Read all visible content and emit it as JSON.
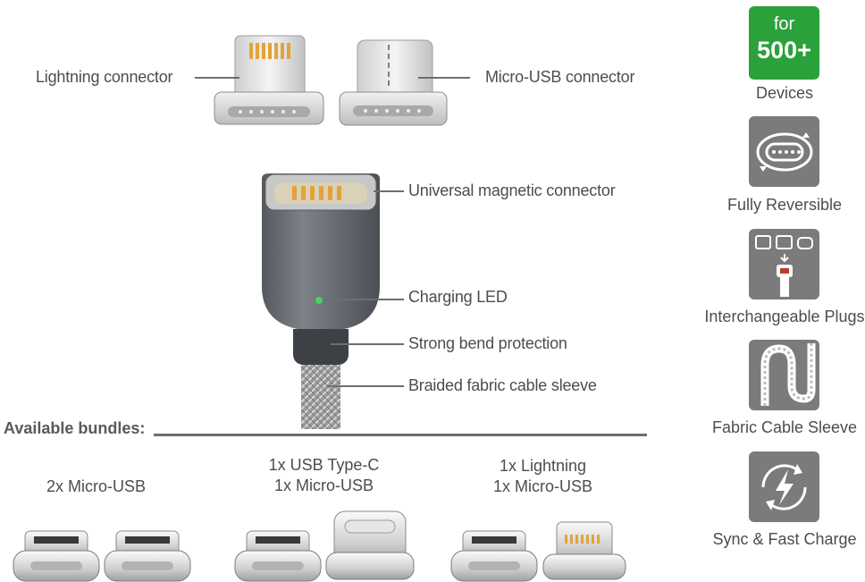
{
  "callouts": {
    "lightning": "Lightning connector",
    "micro_usb": "Micro-USB connector",
    "universal": "Universal magnetic connector",
    "led": "Charging LED",
    "bend": "Strong bend protection",
    "braided": "Braided fabric cable sleeve"
  },
  "bundles": {
    "heading": "Available bundles:",
    "items": [
      {
        "line1": "2x Micro-USB",
        "line2": ""
      },
      {
        "line1": "1x USB Type-C",
        "line2": "1x Micro-USB"
      },
      {
        "line1": "1x Lightning",
        "line2": "1x Micro-USB"
      }
    ]
  },
  "sidebar": {
    "badge": {
      "top": "for",
      "big": "500+"
    },
    "items": [
      {
        "caption": "Devices",
        "icon": "devices-badge"
      },
      {
        "caption": "Fully Reversible",
        "icon": "reversible-icon"
      },
      {
        "caption": "Interchangeable Plugs",
        "icon": "plugs-icon"
      },
      {
        "caption": "Fabric Cable Sleeve",
        "icon": "fabric-icon"
      },
      {
        "caption": "Sync & Fast Charge",
        "icon": "fast-charge-icon"
      }
    ]
  },
  "colors": {
    "accent_green": "#2aa13b",
    "tile_gray": "#7b7b7b",
    "connector_metal": "#c9c9c9",
    "body_gray": "#5f6368",
    "led_green": "#47d25a"
  }
}
